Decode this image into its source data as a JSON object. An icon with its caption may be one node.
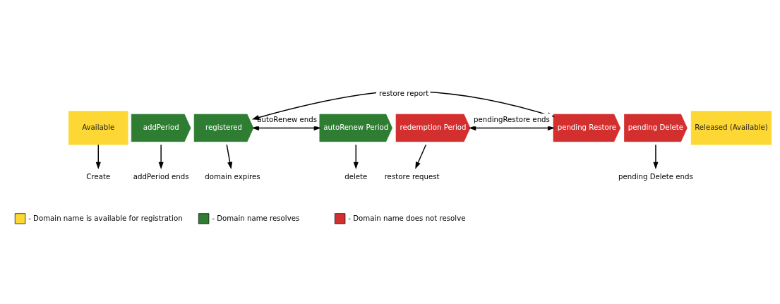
{
  "diagram": {
    "nodes": [
      {
        "text": [
          "Available"
        ]
      },
      {
        "text": [
          "addPeriod"
        ]
      },
      {
        "text": [
          "registered"
        ]
      },
      {
        "text": [
          "autoRenew Period"
        ]
      },
      {
        "text": [
          "redemption Period"
        ]
      },
      {
        "text": [
          "pending Restore"
        ]
      },
      {
        "text": [
          "pending Delete"
        ]
      },
      {
        "text": [
          "Released (Available)"
        ]
      },
      {
        "text": [
          "Create"
        ]
      },
      {
        "text": [
          "addPeriod ends"
        ]
      },
      {
        "text": [
          "domain expires"
        ]
      },
      {
        "text": [
          "delete"
        ]
      },
      {
        "text": [
          "restore request"
        ]
      },
      {
        "text": [
          "pending Delete ends"
        ]
      }
    ],
    "edges": [
      {
        "from": 5,
        "to": 2,
        "arrow": "both",
        "label": "restore report"
      },
      {
        "from": 3,
        "to": 2,
        "arrow": "both",
        "label": "autoRenew ends"
      },
      {
        "from": 5,
        "to": 4,
        "arrow": "both",
        "label": "pendingRestore ends"
      },
      {
        "from": 0,
        "to": 8,
        "arrow": "to"
      },
      {
        "from": 1,
        "to": 9,
        "arrow": "to"
      },
      {
        "from": 2,
        "to": 10,
        "arrow": "to"
      },
      {
        "from": 3,
        "to": 11,
        "arrow": "to"
      },
      {
        "from": 4,
        "to": 12,
        "arrow": "to"
      },
      {
        "from": 6,
        "to": 13,
        "arrow": "to"
      }
    ],
    "legend": [
      {
        "text": "- Domain name is available for registration",
        "color": "#fdd835"
      },
      {
        "text": "- Domain name resolves",
        "color": "#2e7d32"
      },
      {
        "text": "- Domain name does not resolve",
        "color": "#d32f2f"
      }
    ]
  }
}
